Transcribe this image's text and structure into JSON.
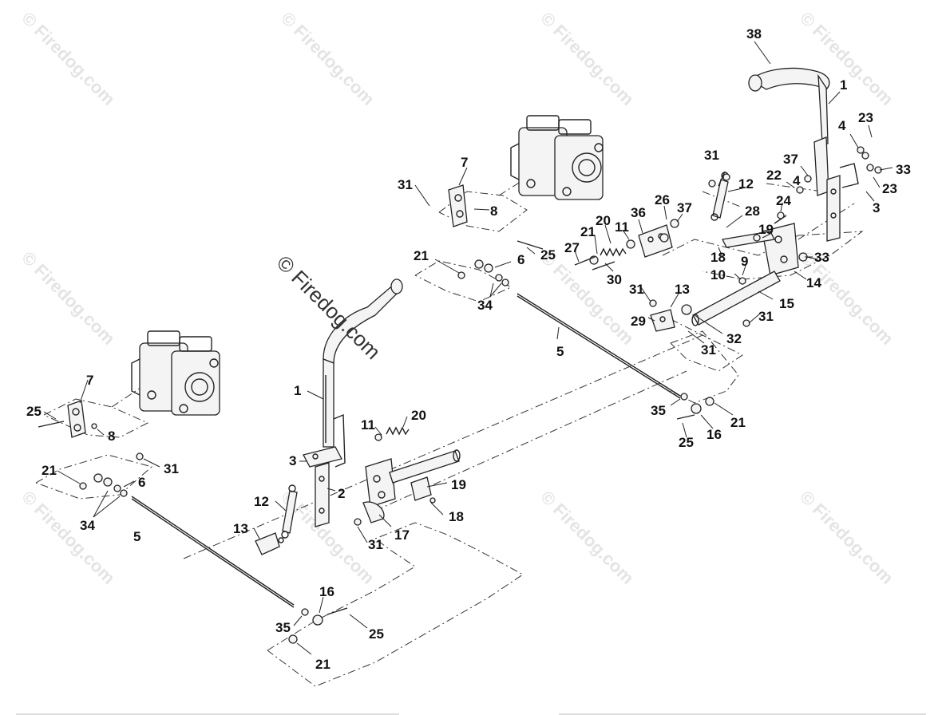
{
  "watermarks": {
    "small": "© Firedog.com",
    "center": "© Firedog.com"
  },
  "callouts": {
    "c1a": "1",
    "c1b": "1",
    "c2": "2",
    "c3a": "3",
    "c3b": "3",
    "c4a": "4",
    "c4b": "4",
    "c5a": "5",
    "c5b": "5",
    "c6a": "6",
    "c6b": "6",
    "c7a": "7",
    "c7b": "7",
    "c8a": "8",
    "c8b": "8",
    "c9": "9",
    "c10": "10",
    "c11a": "11",
    "c11b": "11",
    "c12a": "12",
    "c12b": "12",
    "c13a": "13",
    "c13b": "13",
    "c14": "14",
    "c15": "15",
    "c16a": "16",
    "c16b": "16",
    "c17": "17",
    "c18a": "18",
    "c18b": "18",
    "c19a": "19",
    "c19b": "19",
    "c20a": "20",
    "c20b": "20",
    "c21a": "21",
    "c21b": "21",
    "c21c": "21",
    "c21d": "21",
    "c21e": "21",
    "c22": "22",
    "c23a": "23",
    "c23b": "23",
    "c24": "24",
    "c25a": "25",
    "c25b": "25",
    "c25c": "25",
    "c25d": "25",
    "c26": "26",
    "c27": "27",
    "c28": "28",
    "c29": "29",
    "c30": "30",
    "c31a": "31",
    "c31b": "31",
    "c31c": "31",
    "c31d": "31",
    "c31e": "31",
    "c31f": "31",
    "c31g": "31",
    "c32": "32",
    "c33a": "33",
    "c33b": "33",
    "c34a": "34",
    "c34b": "34",
    "c35a": "35",
    "c35b": "35",
    "c36": "36",
    "c37a": "37",
    "c37b": "37",
    "c38": "38"
  }
}
